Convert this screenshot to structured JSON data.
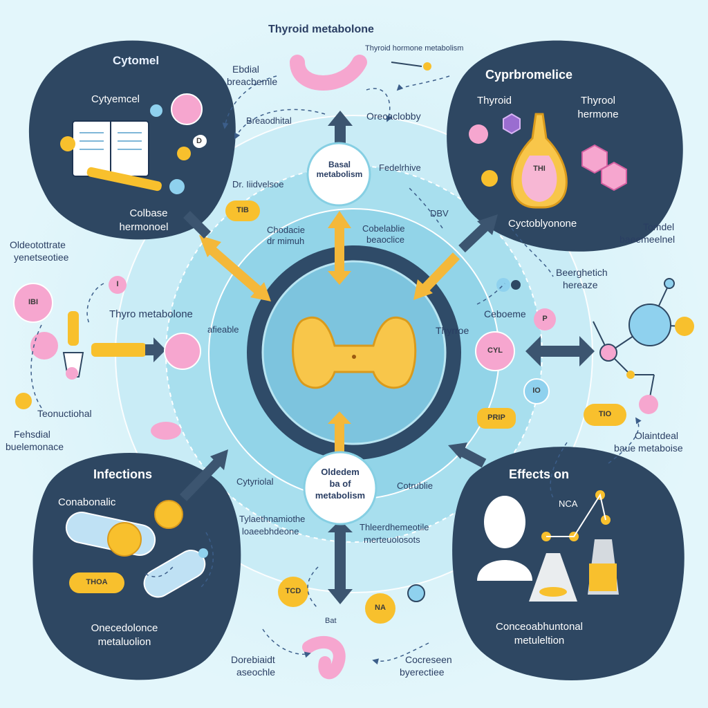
{
  "top_title": "Thyroid metabolone",
  "top_sub": "Thyroid hormone metabolism",
  "hub_top": "Basal metabolism",
  "hub_bottom": [
    "Oldedem",
    "ba of",
    "metabolism"
  ],
  "topleft": {
    "title": "Cytomel",
    "sub": "Cytyemcel",
    "bottom": [
      "Colbase",
      "hermonoel"
    ]
  },
  "topright": {
    "title": "Cyprbromelice",
    "thyroid_label": "Thyroid",
    "hormone_label": [
      "Thyrool",
      "hermone"
    ],
    "flask_label": "THI",
    "bottom": "Cyctoblyonone"
  },
  "bottomleft": {
    "title": "Infections",
    "sub": "Conabonalic",
    "pill_label": "THOA",
    "bottom": [
      "Onecedolonce",
      "metaluolion"
    ]
  },
  "bottomright": {
    "title": "Effects on",
    "sub": "NCA",
    "bottom": [
      "Conceoabhuntonal",
      "metuleltion"
    ]
  },
  "labels": {
    "ebdial": [
      "Ebdial",
      "breacbemle"
    ],
    "oredacioby": "Orecaclobby",
    "breaodhital": "Breaodhital",
    "dr_liidvelson": "Dr. Iiidvelsoe",
    "fedelrhive": "Fedelrhive",
    "dbv": "DBV",
    "chodacie": [
      "Chodacie",
      "dr mimuh"
    ],
    "cobelie": [
      "Cobelablie",
      "beaoclice"
    ],
    "left_upper": [
      "Oldeotottrate",
      "yenetseotiee"
    ],
    "right_upper": [
      "Tomdel",
      "baeemeelnel"
    ],
    "beerghetich": [
      "Beerghetich",
      "hereaze"
    ],
    "thyro_metabolone": "Thyro metabolone",
    "afieable": "afieable",
    "thyrroe": "Thyrroe",
    "cebonne": "Ceboeme",
    "econuctiohal": "Teonuctiohal",
    "left_lower": [
      "Fehsdial",
      "buelemonace"
    ],
    "right_lower": [
      "Olaintdeal",
      "baue metaboise"
    ],
    "cytyriolal": "Cytyriolal",
    "cotruble": "Cotrublie",
    "bl_mid": [
      "Tylaethnamiothe",
      "loaeebhdeone"
    ],
    "br_mid": [
      "Thleerdhemeotile",
      "merteuolosots"
    ],
    "bottom_left": [
      "Dorebiaidt",
      "aseochle"
    ],
    "bottom_right": [
      "Cocreseen",
      "byerectiee"
    ],
    "bottom_small": "Bat"
  },
  "pills": {
    "tib": "TIB",
    "ibi": "IBI",
    "cyl": "CYL",
    "io": "IO",
    "tio": "TIO",
    "prip": "PRIP",
    "tcd": "TCD",
    "na": "NA",
    "d": "D",
    "i": "I",
    "p": "P"
  },
  "colors": {
    "background": "#e3f6fb",
    "navy": "#2e4762",
    "gold": "#f8c02d",
    "pink": "#f6a6cf",
    "teal_ring": "#86cfe3"
  }
}
